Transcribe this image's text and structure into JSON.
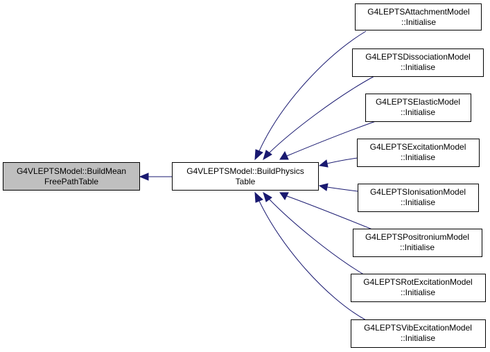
{
  "graph": {
    "focus": {
      "line1": "G4VLEPTSModel::BuildMean",
      "line2": "FreePathTable"
    },
    "hub": {
      "line1": "G4VLEPTSModel::BuildPhysics",
      "line2": "Table"
    },
    "callers": [
      {
        "line1": "G4LEPTSAttachmentModel",
        "line2": "::Initialise"
      },
      {
        "line1": "G4LEPTSDissociationModel",
        "line2": "::Initialise"
      },
      {
        "line1": "G4LEPTSElasticModel",
        "line2": "::Initialise"
      },
      {
        "line1": "G4LEPTSExcitationModel",
        "line2": "::Initialise"
      },
      {
        "line1": "G4LEPTSIonisationModel",
        "line2": "::Initialise"
      },
      {
        "line1": "G4LEPTSPositroniumModel",
        "line2": "::Initialise"
      },
      {
        "line1": "G4LEPTSRotExcitationModel",
        "line2": "::Initialise"
      },
      {
        "line1": "G4LEPTSVibExcitationModel",
        "line2": "::Initialise"
      }
    ]
  },
  "colors": {
    "edge": "#191970",
    "focus_fill": "#bfbfbf",
    "node_fill": "#ffffff",
    "border": "#000000"
  }
}
